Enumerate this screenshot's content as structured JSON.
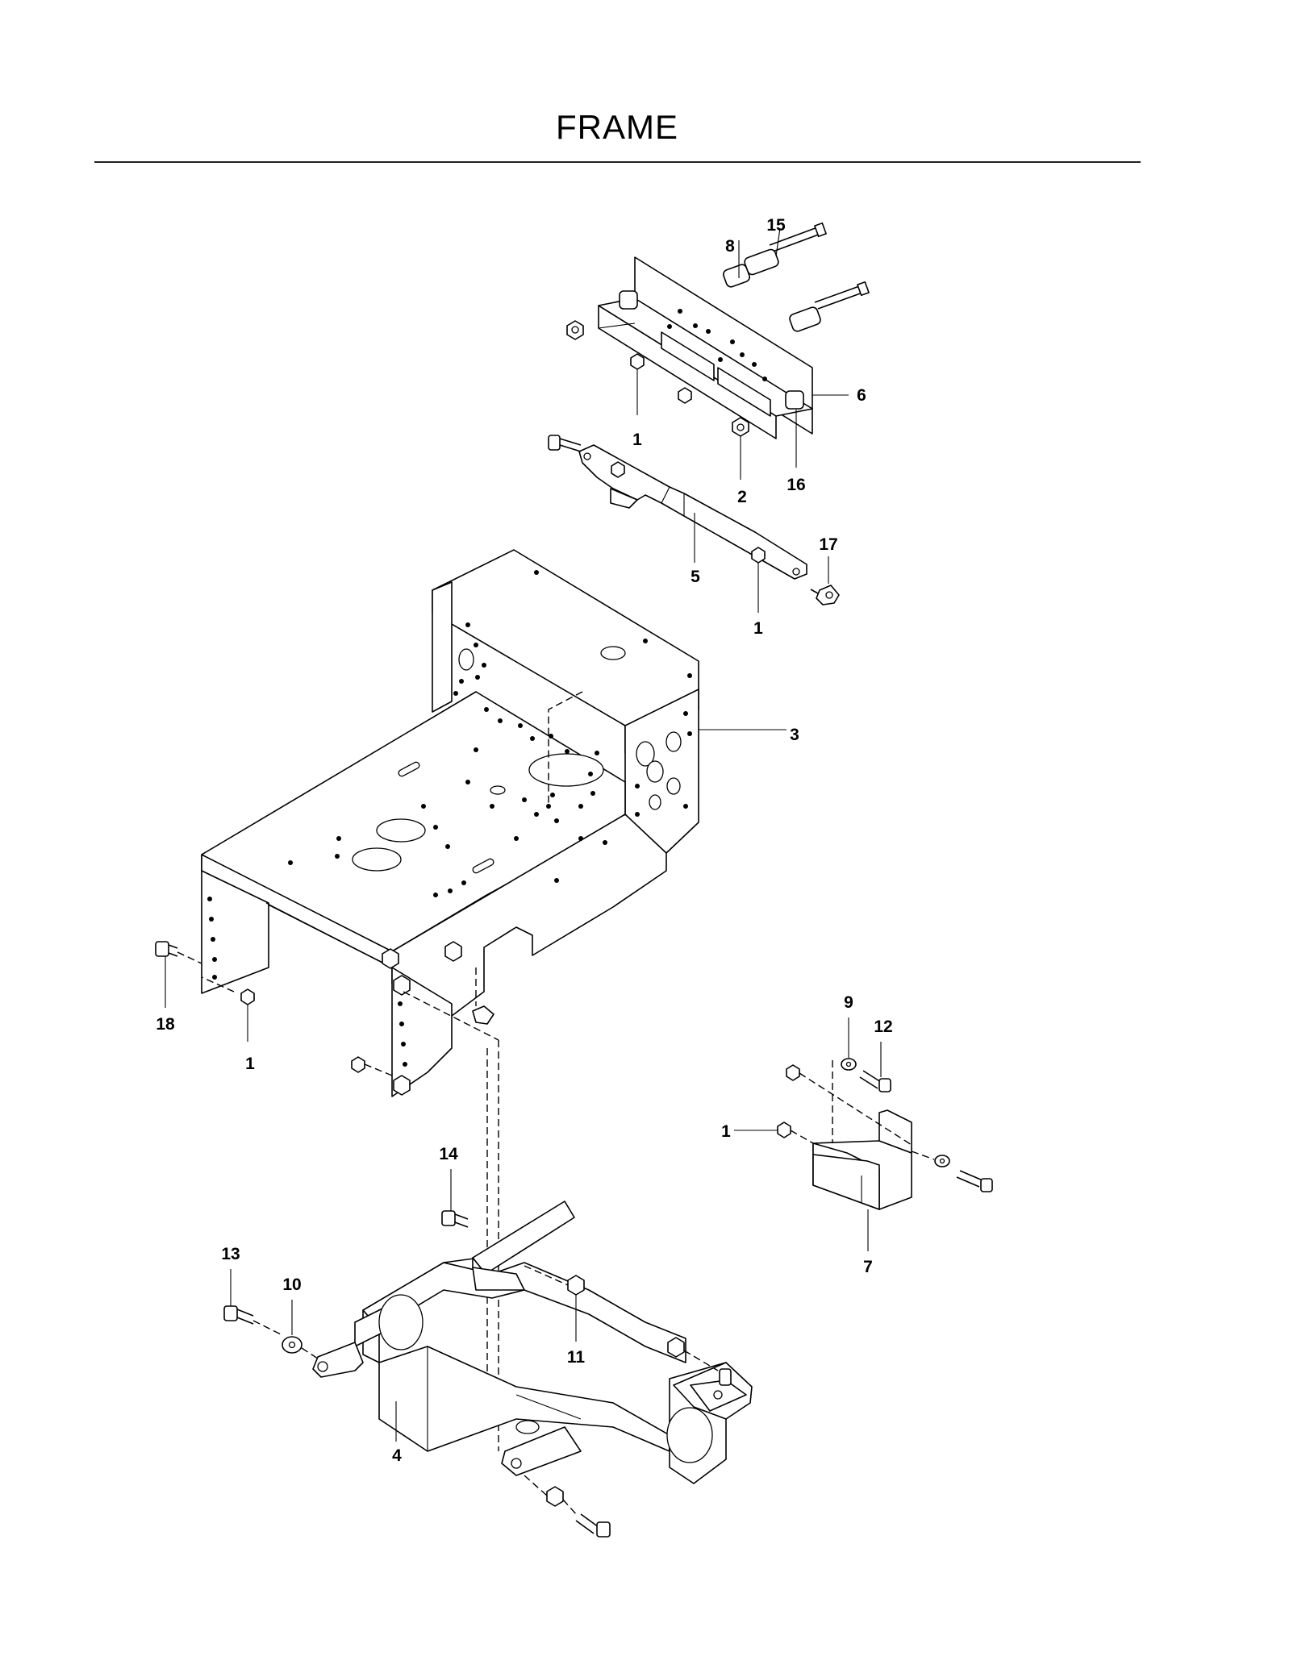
{
  "title": "FRAME",
  "callouts": [
    {
      "id": "c1a",
      "label": "1"
    },
    {
      "id": "c1b",
      "label": "1"
    },
    {
      "id": "c1c",
      "label": "1"
    },
    {
      "id": "c1d",
      "label": "1"
    },
    {
      "id": "c2",
      "label": "2"
    },
    {
      "id": "c3",
      "label": "3"
    },
    {
      "id": "c4",
      "label": "4"
    },
    {
      "id": "c5",
      "label": "5"
    },
    {
      "id": "c6",
      "label": "6"
    },
    {
      "id": "c7",
      "label": "7"
    },
    {
      "id": "c8",
      "label": "8"
    },
    {
      "id": "c9",
      "label": "9"
    },
    {
      "id": "c10",
      "label": "10"
    },
    {
      "id": "c11",
      "label": "11"
    },
    {
      "id": "c12",
      "label": "12"
    },
    {
      "id": "c13",
      "label": "13"
    },
    {
      "id": "c14",
      "label": "14"
    },
    {
      "id": "c15",
      "label": "15"
    },
    {
      "id": "c16",
      "label": "16"
    },
    {
      "id": "c17",
      "label": "17"
    },
    {
      "id": "c18",
      "label": "18"
    }
  ]
}
